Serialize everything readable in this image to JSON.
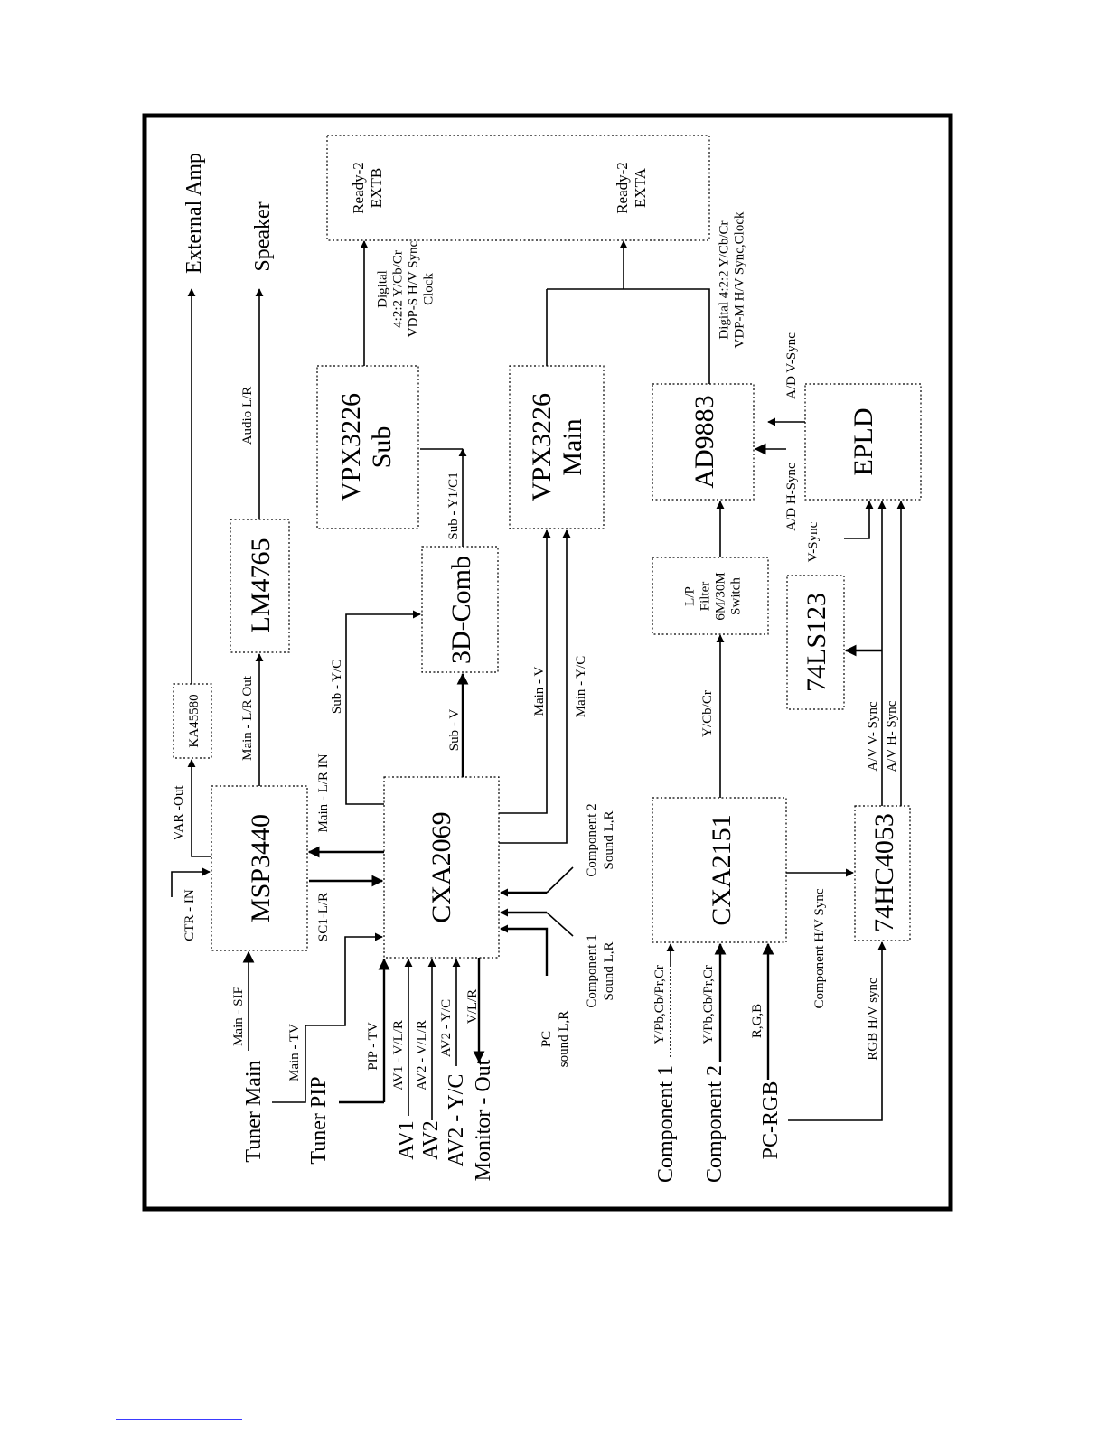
{
  "blocks": {
    "ready2": {
      "ext_b": "Ready-2\nEXTB",
      "ext_a": "Ready-2\nEXTA"
    },
    "vpx_sub": "VPX3226\nSub",
    "vpx_main": "VPX3226\nMain",
    "ad9883": "AD9883",
    "epld": "EPLD",
    "lm4765": "LM4765",
    "comb": "3D-Comb",
    "lp_filter": "L/P\nFilter\n6M/30M\nSwitch",
    "ls123": "74LS123",
    "ka45580": "KA45580",
    "msp3440": "MSP3440",
    "cxa2069": "CXA2069",
    "cxa2151": "CXA2151",
    "hc4053": "74HC4053"
  },
  "outputs": {
    "external_amp": "External Amp",
    "speaker": "Speaker"
  },
  "inputs": {
    "tuner_main": "Tuner Main",
    "tuner_pip": "Tuner PIP",
    "av1": "AV1",
    "av2": "AV2",
    "av2_yc": "AV2 - Y/C",
    "monitor_out": "Monitor - Out",
    "component1": "Component 1",
    "component2": "Component 2",
    "pc_rgb": "PC-RGB"
  },
  "signals": {
    "audio_lr": "Audio L/R",
    "main_lr_out": "Main - L/R Out",
    "var_out": "VAR -Out",
    "ctr_in": "CTR - IN",
    "main_lr_in": "Main - L/R IN",
    "sc1_lr": "SC1-L/R",
    "main_sif": "Main - SIF",
    "main_tv": "Main - TV",
    "pip_tv": "PIP - TV",
    "av1_vlr": "AV1 - V/L/R",
    "av2_vlr": "AV2 - V/L/R",
    "av2_yc_sig": "AV2 - Y/C",
    "vlr": "V/L/R",
    "pc_sound": "PC\nsound L,R",
    "comp1_sound": "Component 1\nSound L,R",
    "comp2_sound": "Component 2\nSound L,R",
    "sub_v": "Sub - V",
    "sub_yc": "Sub - Y/C",
    "sub_y1c1": "Sub - Y1/C1",
    "main_v": "Main - V",
    "main_yc": "Main - Y/C",
    "digital_sub": "Digital\n4:2:2 Y/Cb/Cr\nVDP-S  H/V Sync\nClock",
    "digital_main": "Digital 4:2:2 Y/Cb/Cr\nVDP-M  H/V Sync,Clock",
    "ycbcr": "Y/Cb/Cr",
    "ad_vsync": "A/D V-Sync",
    "ad_hsync": "A/D H-Sync",
    "vsync": "V-Sync",
    "av_vsync": "A/V V- Sync",
    "av_hsync": "A/V H- Sync",
    "comp_hv_sync": "Component  H/V Sync",
    "rgb_hv_sync": "RGB H/V sync",
    "ypbcbprcr_1": "Y/Pb,Cb/Pr,Cr",
    "ypbcbprcr_2": "Y/Pb,Cb/Pr,Cr",
    "rgb": "R,G,B"
  }
}
